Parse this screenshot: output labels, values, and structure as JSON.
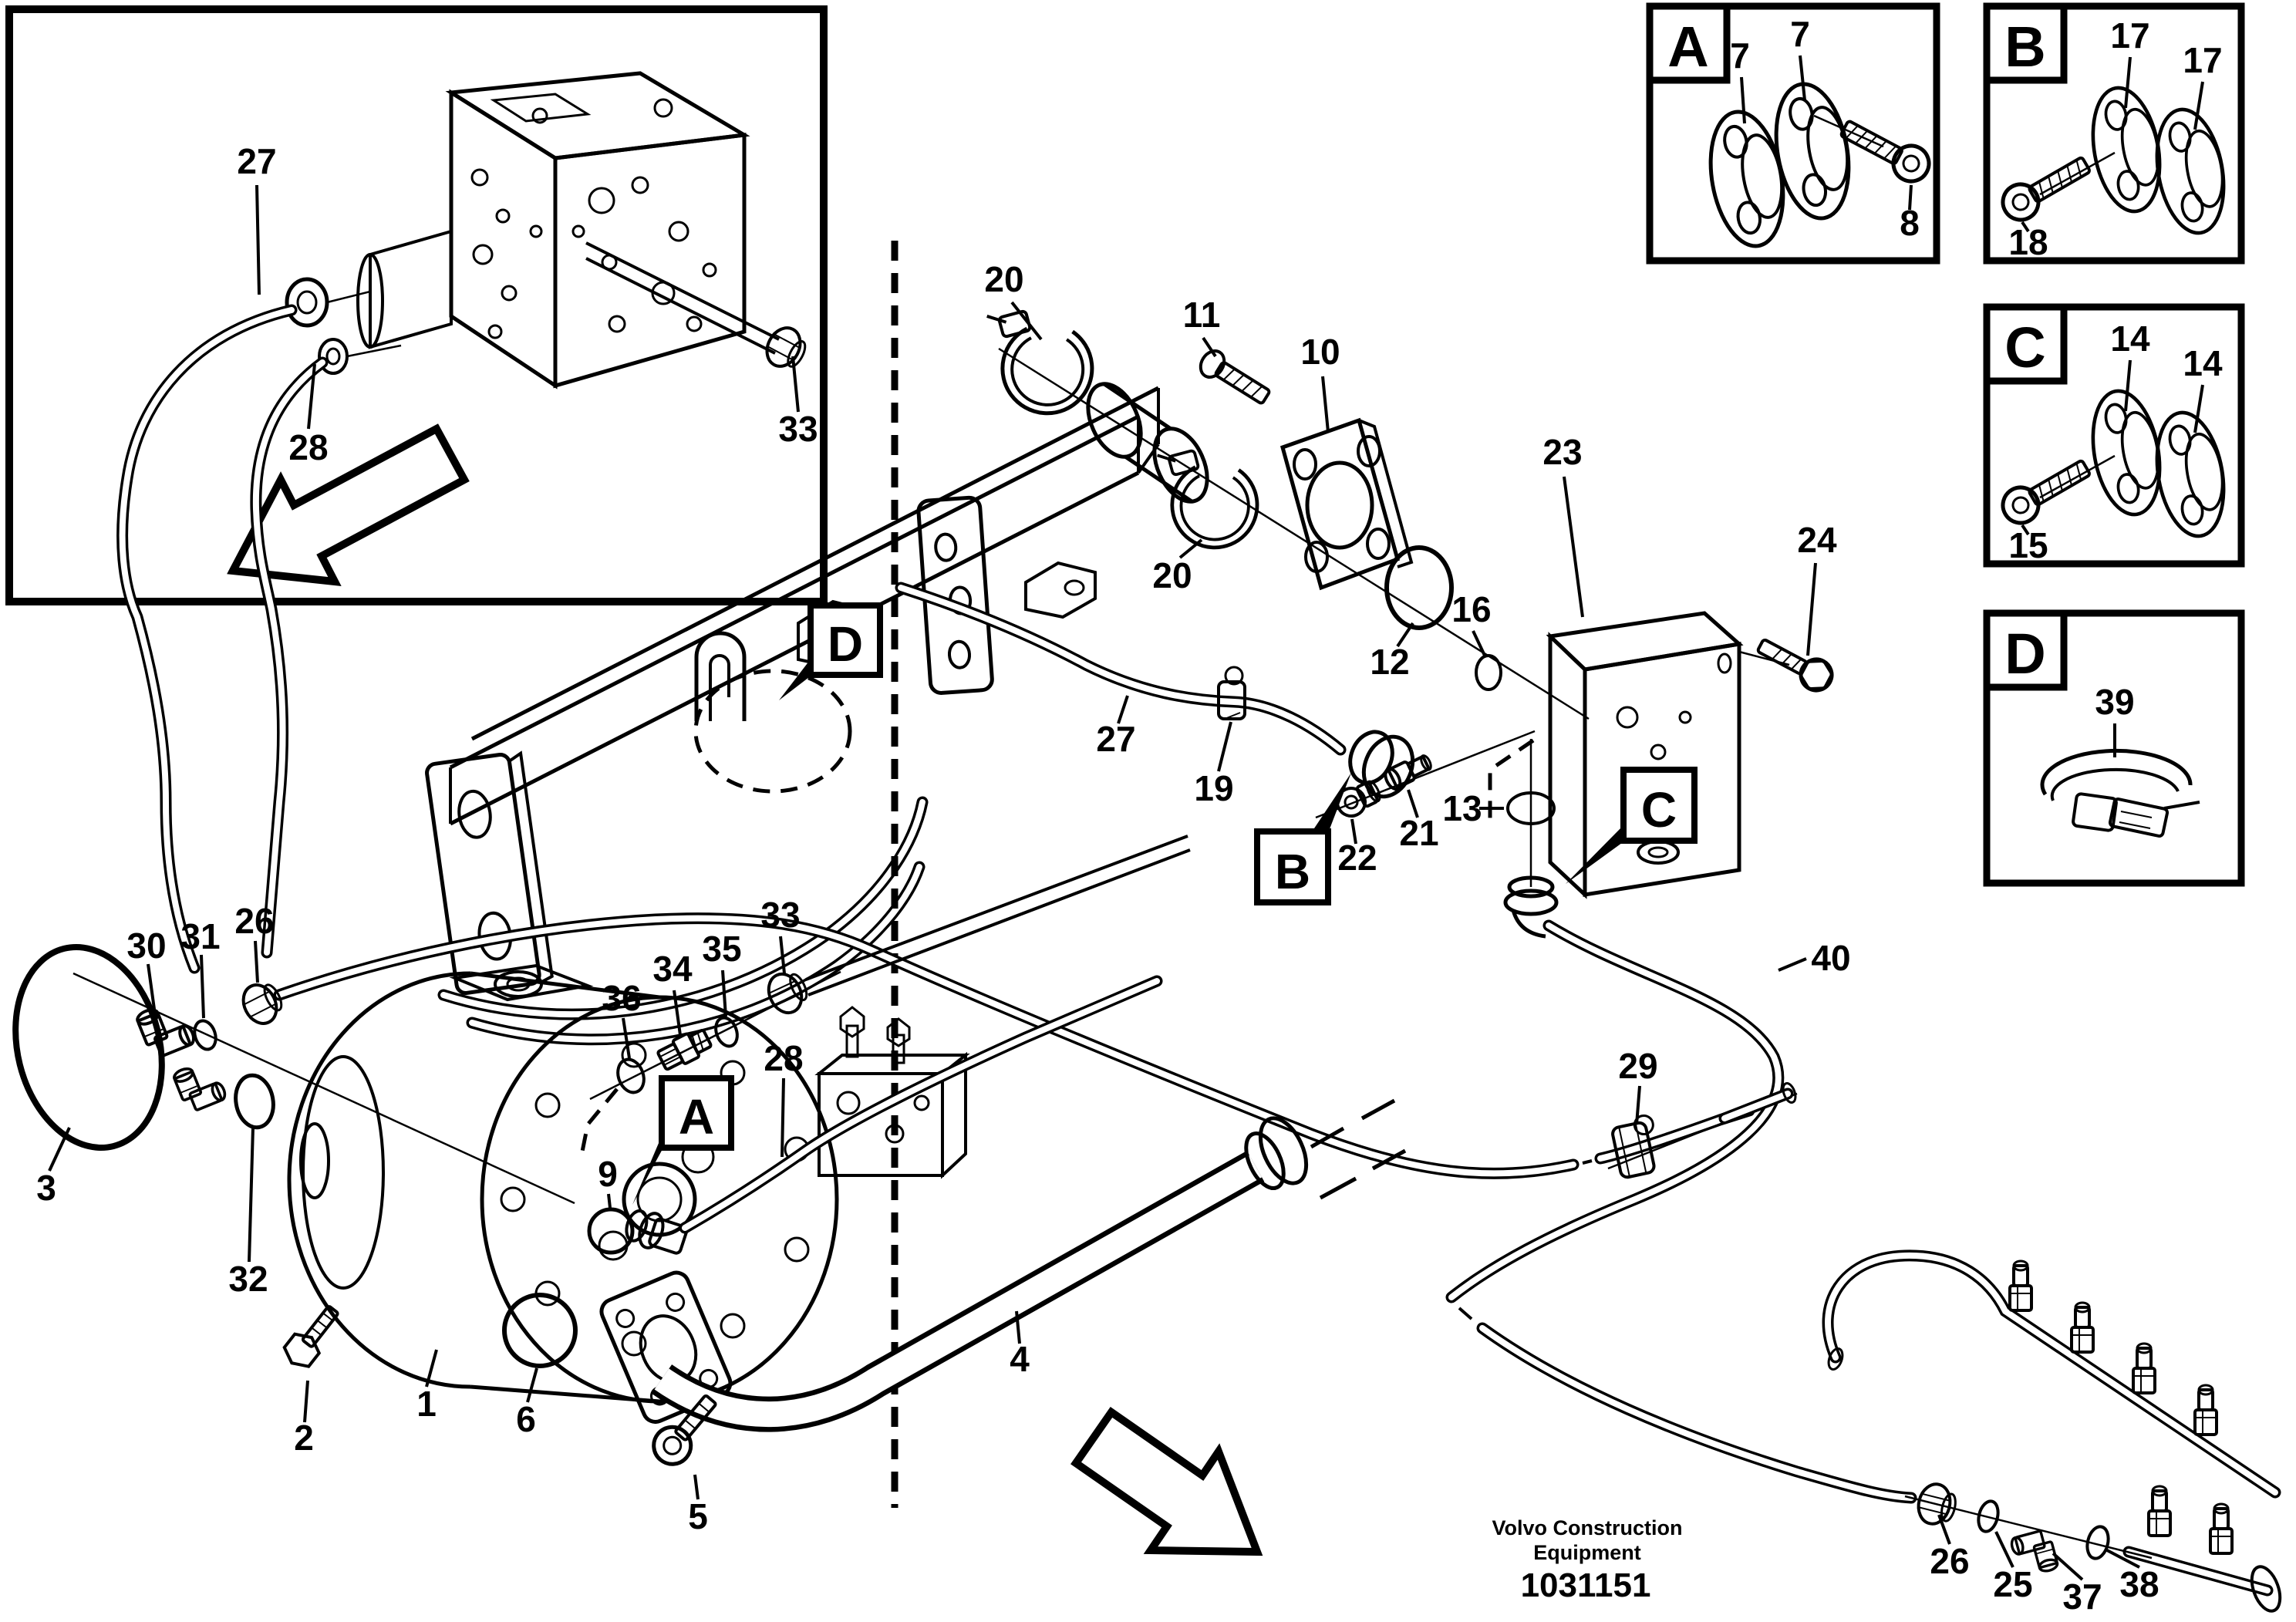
{
  "figure": {
    "brand_line1": "Volvo Construction",
    "brand_line2": "Equipment",
    "figure_number": "1031151"
  },
  "detail_boxes": {
    "a": {
      "letter": "A",
      "label_1": "7",
      "label_2": "7",
      "label_3": "8"
    },
    "b": {
      "letter": "B",
      "label_1": "17",
      "label_2": "17",
      "label_3": "18"
    },
    "c": {
      "letter": "C",
      "label_1": "14",
      "label_2": "14",
      "label_3": "15"
    },
    "d": {
      "letter": "D",
      "label_1": "39"
    }
  },
  "refs": {
    "a": "A",
    "b": "B",
    "c": "C",
    "d": "D"
  },
  "inset": {
    "label_27": "27",
    "label_28": "28",
    "label_33": "33"
  },
  "callouts": {
    "n1": "1",
    "n2": "2",
    "n3": "3",
    "n4": "4",
    "n5": "5",
    "n6": "6",
    "n9": "9",
    "n10": "10",
    "n11": "11",
    "n12": "12",
    "n13": "13",
    "n16": "16",
    "n19": "19",
    "n20_upper": "20",
    "n20_lower": "20",
    "n21": "21",
    "n22": "22",
    "n23": "23",
    "n24": "24",
    "n25": "25",
    "n26_pump": "26",
    "n26_manifold": "26",
    "n27": "27",
    "n28": "28",
    "n29": "29",
    "n30": "30",
    "n31": "31",
    "n32": "32",
    "n33": "33",
    "n34": "34",
    "n35": "35",
    "n36": "36",
    "n37": "37",
    "n38": "38",
    "n40": "40"
  }
}
